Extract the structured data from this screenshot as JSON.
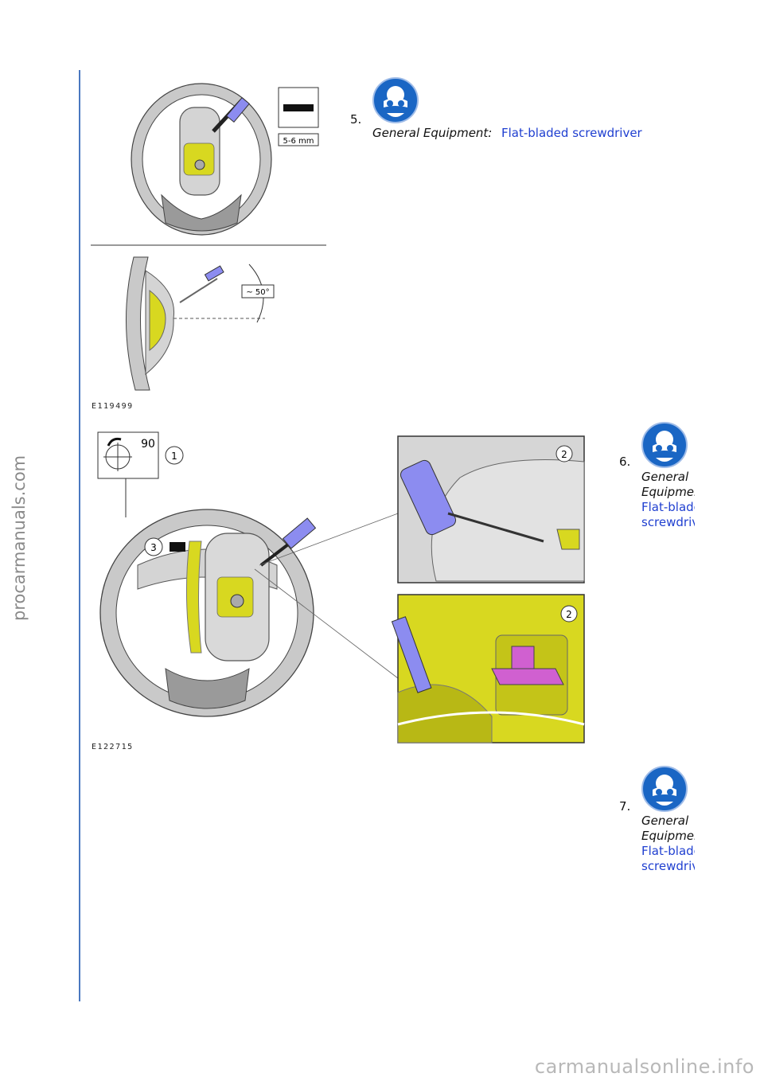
{
  "watermarks": {
    "side": "procarmanuals.com",
    "footer": "carmanualsonline.info"
  },
  "steps": [
    {
      "number": "5.",
      "equipment_label": "General Equipment:",
      "equipment_item": "Flat-bladed screwdriver",
      "icon": "safety-goggles-icon"
    },
    {
      "number": "6.",
      "equipment_label": "General Equipment:",
      "equipment_item": "Flat-bladed screwdriver",
      "icon": "safety-goggles-icon"
    },
    {
      "number": "7.",
      "equipment_label": "General Equipment:",
      "equipment_item": "Flat-bladed screwdriver",
      "icon": "safety-goggles-icon"
    }
  ],
  "figures": [
    {
      "code": "E119499",
      "callouts": {
        "blade_size": "5-6 mm",
        "angle": "~ 50°"
      }
    },
    {
      "code": "E122715",
      "callouts": {
        "rotation": "90",
        "label_1": "1",
        "label_2a": "2",
        "label_2b": "2",
        "label_3": "3"
      }
    }
  ],
  "colors": {
    "margin_rule": "#4a78c0",
    "link_text": "#1f3fd0",
    "safety_icon": "#1a66c4",
    "airbag_yellow": "#d8d820",
    "tool_blue": "#8c8cf0",
    "clip_pink": "#d060d0"
  }
}
